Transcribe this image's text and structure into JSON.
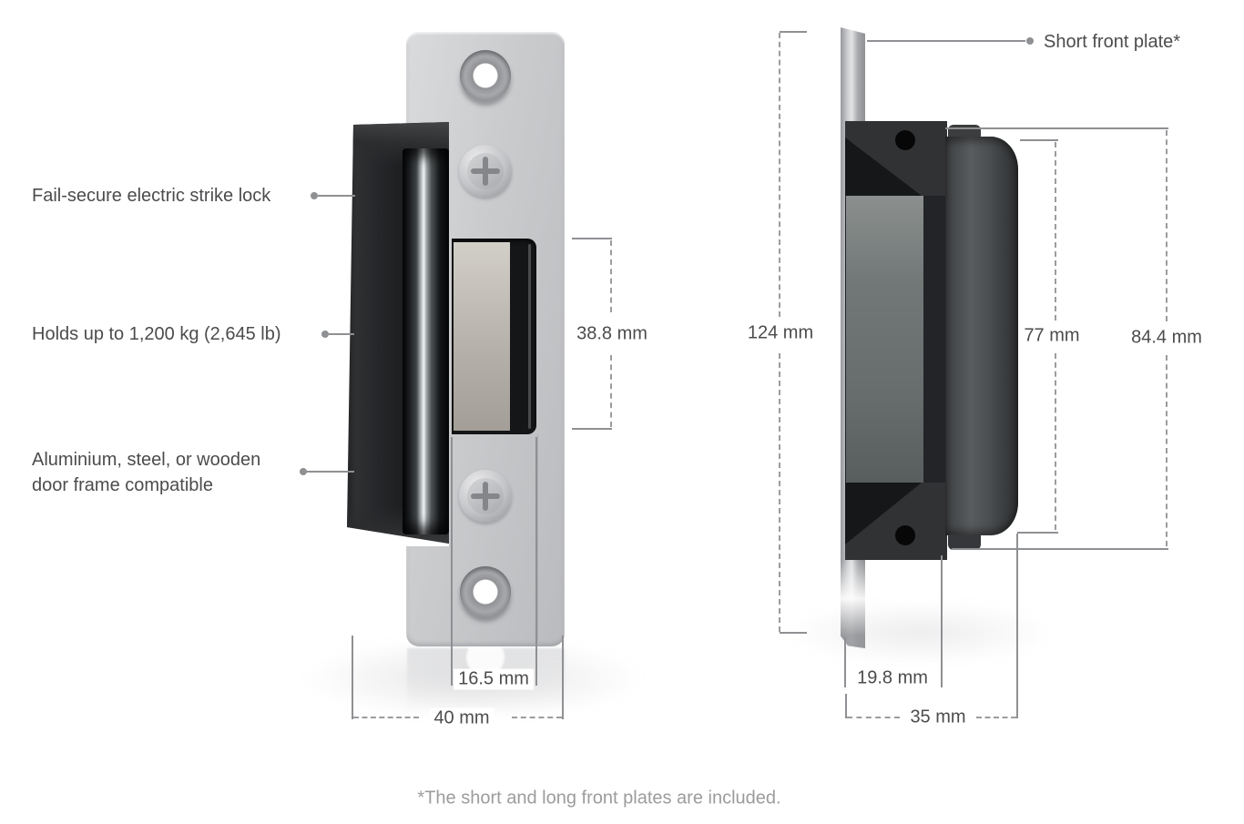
{
  "front_view": {
    "callouts": {
      "fail_secure": "Fail-secure electric strike lock",
      "holding_force": "Holds up to 1,200 kg (2,645 lb)",
      "door_frame_line1": "Aluminium, steel, or wooden",
      "door_frame_line2": "door frame compatible"
    },
    "dimensions": {
      "keeper_height": "38.8 mm",
      "keeper_width": "16.5 mm",
      "width": "40 mm"
    }
  },
  "side_view": {
    "callouts": {
      "short_front_plate": "Short front plate*"
    },
    "dimensions": {
      "height": "124 mm",
      "body_height": "77 mm",
      "overall_body_height": "84.4 mm",
      "body_depth": "19.8 mm",
      "depth": "35 mm"
    }
  },
  "footnote": "*The short and long front plates are included.",
  "colors": {
    "label_text": "#4c4c4e",
    "line": "#8f9093",
    "dashed_line": "#9b9c9f",
    "footnote_text": "#9c9c9e",
    "background": "#ffffff",
    "plate_silver": "#c9cacc",
    "strike_body_black": "#222326",
    "keeper_gray_green": "#737a79",
    "latch_beige": "#bdb8b2"
  }
}
